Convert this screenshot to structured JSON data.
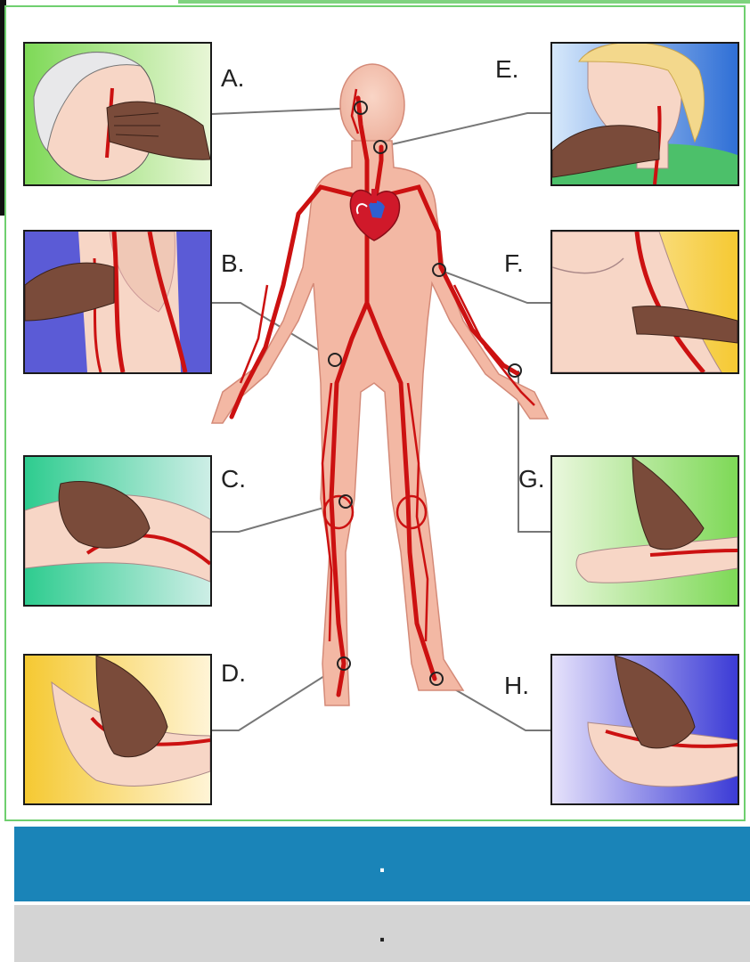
{
  "labels": {
    "a": "A.",
    "b": "B.",
    "c": "C.",
    "d": "D.",
    "e": "E.",
    "f": "F.",
    "g": "G.",
    "h": "H."
  },
  "buttons": {
    "primary": ".",
    "secondary": "."
  },
  "colors": {
    "frame_border": "#6fcf6f",
    "artery": "#cc1111",
    "skin": "#f6c9b6",
    "primary_button": "#1a84b8",
    "secondary_button": "#d4d4d4"
  }
}
